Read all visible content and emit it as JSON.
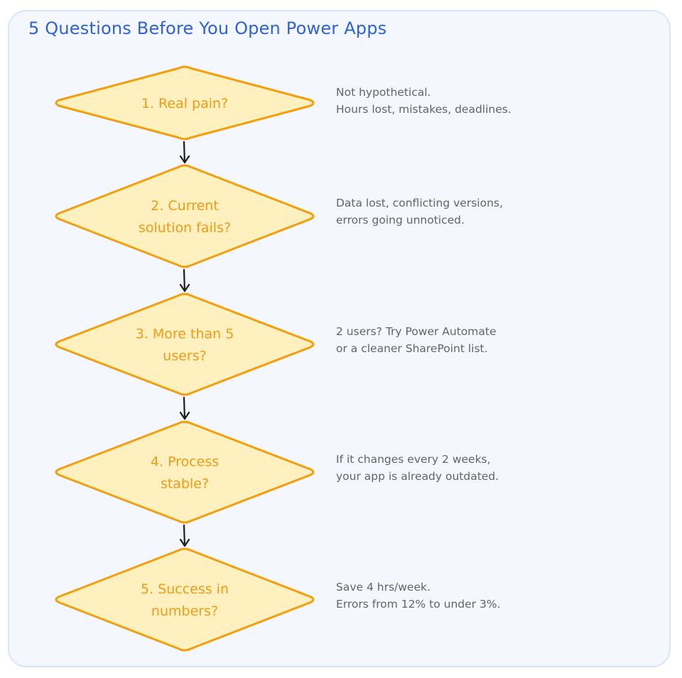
{
  "title": "5 Questions Before You Open Power Apps",
  "colors": {
    "title": "#2f62d6",
    "diamond_fill": "#fff1bf",
    "diamond_stroke": "#f59e0b",
    "diamond_text": "#f29a13",
    "note_text": "#646464",
    "arrow": "#1e1e1e",
    "panel_bg": "#f4f7fd",
    "panel_border": "#d8e6f8"
  },
  "steps": [
    {
      "lines": [
        "1. Real pain?"
      ],
      "note": [
        "Not hypothetical.",
        "Hours lost, mistakes, deadlines."
      ]
    },
    {
      "lines": [
        "2. Current",
        "solution fails?"
      ],
      "note": [
        "Data lost, conflicting versions,",
        "errors going unnoticed."
      ]
    },
    {
      "lines": [
        "3. More than 5",
        "users?"
      ],
      "note": [
        "2 users? Try Power Automate",
        "or a cleaner SharePoint list."
      ]
    },
    {
      "lines": [
        "4. Process",
        "stable?"
      ],
      "note": [
        "If it changes every 2 weeks,",
        "your app is already outdated."
      ]
    },
    {
      "lines": [
        "5. Success in",
        "numbers?"
      ],
      "note": [
        "Save 4 hrs/week.",
        "Errors from 12% to under 3%."
      ]
    }
  ],
  "connectors": [
    {
      "from": "step-1",
      "to": "step-2",
      "icon": "arrow-down-icon"
    },
    {
      "from": "step-2",
      "to": "step-3",
      "icon": "arrow-down-icon"
    },
    {
      "from": "step-3",
      "to": "step-4",
      "icon": "arrow-down-icon"
    },
    {
      "from": "step-4",
      "to": "step-5",
      "icon": "arrow-down-icon"
    }
  ]
}
